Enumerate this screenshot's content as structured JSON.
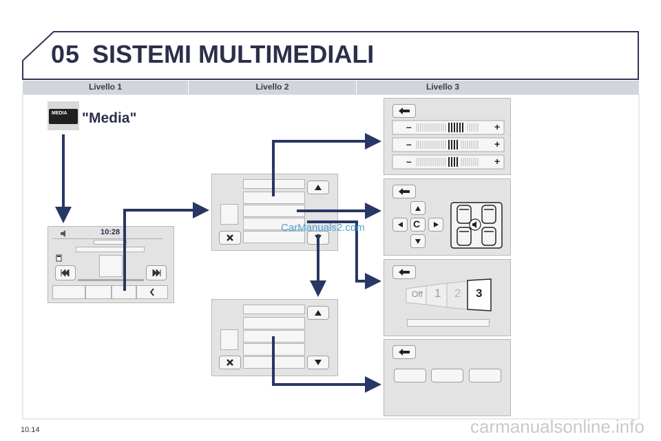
{
  "header": {
    "number": "05",
    "title": "SISTEMI MULTIMEDIALI"
  },
  "levels": [
    "Livello 1",
    "Livello 2",
    "Livello 3"
  ],
  "level1": {
    "button_label": "MEDIA",
    "caption": "\"Media\"",
    "clock": "10:28"
  },
  "level3": {
    "fan_speed": {
      "options": [
        "Off",
        "1",
        "2",
        "3"
      ],
      "selected": "3"
    },
    "balance_center_label": "C",
    "minus_sign": "–",
    "plus_sign": "+"
  },
  "watermark": "CarManuals2.com",
  "page_number": "10.14",
  "footer_url": "carmanualsonline.info",
  "colors": {
    "arrow": "#283763",
    "panel": "#e3e3e3",
    "level_bar": "#d3d5dc",
    "title": "#2c2f4a"
  },
  "icons": [
    "back-arrow-icon",
    "up-triangle-icon",
    "down-triangle-icon",
    "close-x-icon",
    "speaker-icon",
    "previous-track-icon",
    "next-track-icon",
    "chevron-left-icon",
    "car-seat-layout-icon",
    "card-icon"
  ]
}
